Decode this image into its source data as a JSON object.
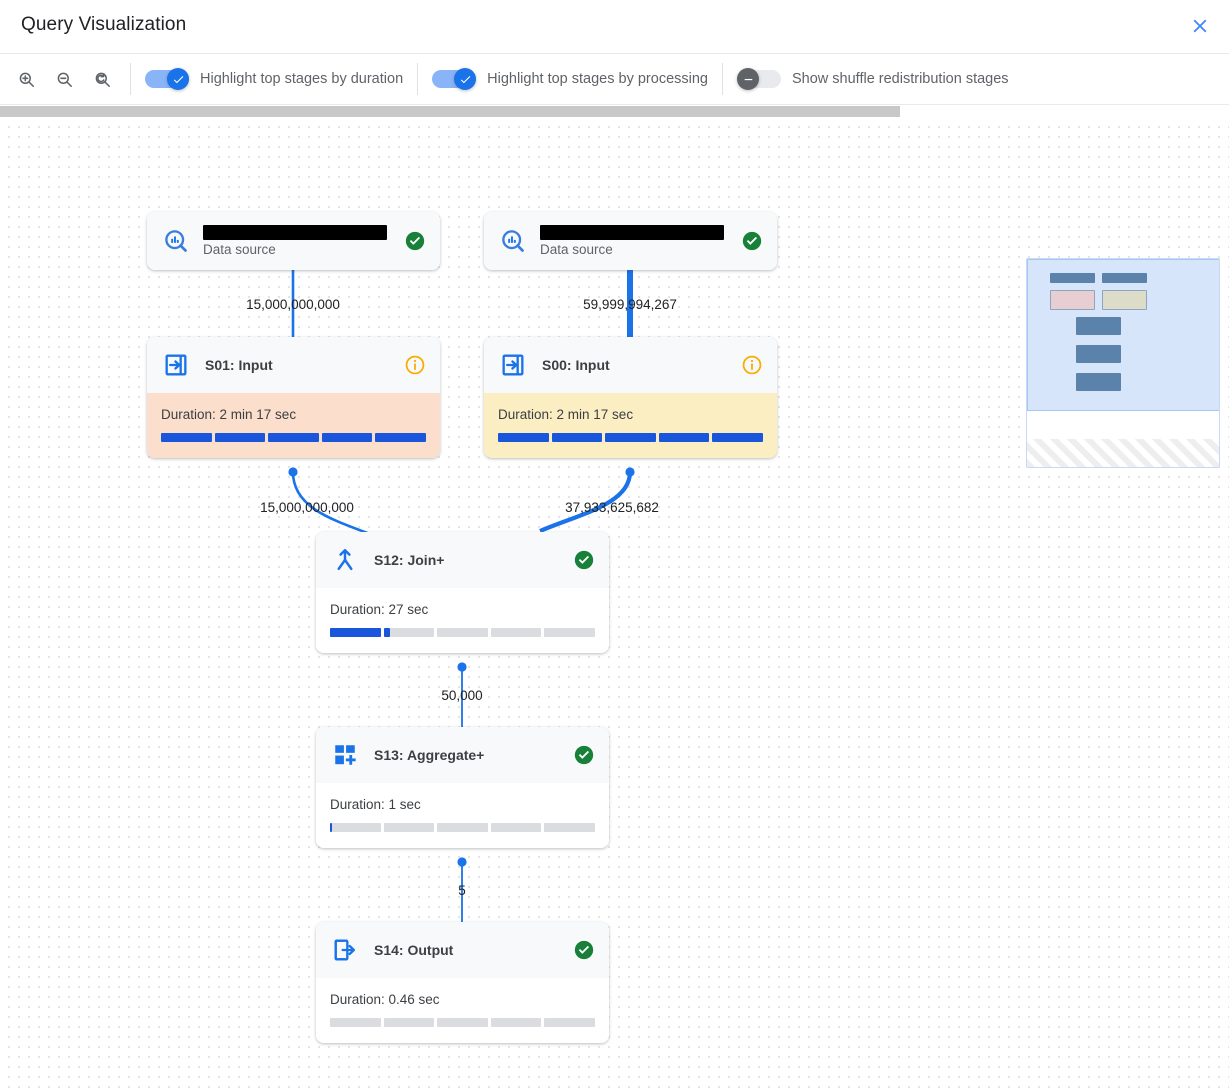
{
  "header": {
    "title": "Query Visualization",
    "close_icon": "close-icon"
  },
  "toolbar": {
    "zoom_in_icon": "zoom-in-icon",
    "zoom_out_icon": "zoom-out-icon",
    "zoom_reset_icon": "zoom-reset-icon",
    "toggles": [
      {
        "label": "Highlight top stages by duration",
        "state": "on"
      },
      {
        "label": "Highlight top stages by processing",
        "state": "on"
      },
      {
        "label": "Show shuffle redistribution stages",
        "state": "off"
      }
    ]
  },
  "colors": {
    "accent_blue": "#1a73e8",
    "bar_blue": "#1a56db",
    "status_green": "#188038",
    "status_amber": "#f9ab00",
    "highlight_peach": "#fbdecb",
    "highlight_yellow": "#fbeec2",
    "track_gray": "#dadce0"
  },
  "graph": {
    "nodes": [
      {
        "id": "ds-left",
        "kind": "datasource",
        "icon": "bigquery-data-source-icon",
        "title_redacted": true,
        "subtitle": "Data source",
        "status": "success"
      },
      {
        "id": "ds-right",
        "kind": "datasource",
        "icon": "bigquery-data-source-icon",
        "title_redacted": true,
        "subtitle": "Data source",
        "status": "success"
      },
      {
        "id": "S01",
        "kind": "stage",
        "icon": "input-arrow-icon",
        "title": "S01: Input",
        "status": "info",
        "duration_label": "Duration: 2 min 17 sec",
        "progress_percent": 100,
        "body_tint": "peach"
      },
      {
        "id": "S00",
        "kind": "stage",
        "icon": "input-arrow-icon",
        "title": "S00: Input",
        "status": "info",
        "duration_label": "Duration: 2 min 17 sec",
        "progress_percent": 100,
        "body_tint": "yellow"
      },
      {
        "id": "S12",
        "kind": "stage",
        "icon": "join-merge-icon",
        "title": "S12: Join+",
        "status": "success",
        "duration_label": "Duration: 27 sec",
        "progress_percent": 22,
        "body_tint": "plain"
      },
      {
        "id": "S13",
        "kind": "stage",
        "icon": "aggregate-plus-icon",
        "title": "S13: Aggregate+",
        "status": "success",
        "duration_label": "Duration: 1 sec",
        "progress_percent": 1,
        "body_tint": "plain"
      },
      {
        "id": "S14",
        "kind": "stage",
        "icon": "output-arrow-icon",
        "title": "S14: Output",
        "status": "success",
        "duration_label": "Duration: 0.46 sec",
        "progress_percent": 0,
        "body_tint": "plain"
      }
    ],
    "edges": [
      {
        "from": "ds-left",
        "to": "S01",
        "label": "15,000,000,000",
        "weight": "thin"
      },
      {
        "from": "ds-right",
        "to": "S00",
        "label": "59,999,994,267",
        "weight": "thick"
      },
      {
        "from": "S01",
        "to": "S12",
        "label": "15,000,000,000",
        "weight": "thin"
      },
      {
        "from": "S00",
        "to": "S12",
        "label": "37,933,625,682",
        "weight": "thick"
      },
      {
        "from": "S12",
        "to": "S13",
        "label": "50,000",
        "weight": "thin"
      },
      {
        "from": "S13",
        "to": "S14",
        "label": "5",
        "weight": "thin"
      }
    ]
  },
  "minimap": {
    "name": "graph-minimap"
  }
}
